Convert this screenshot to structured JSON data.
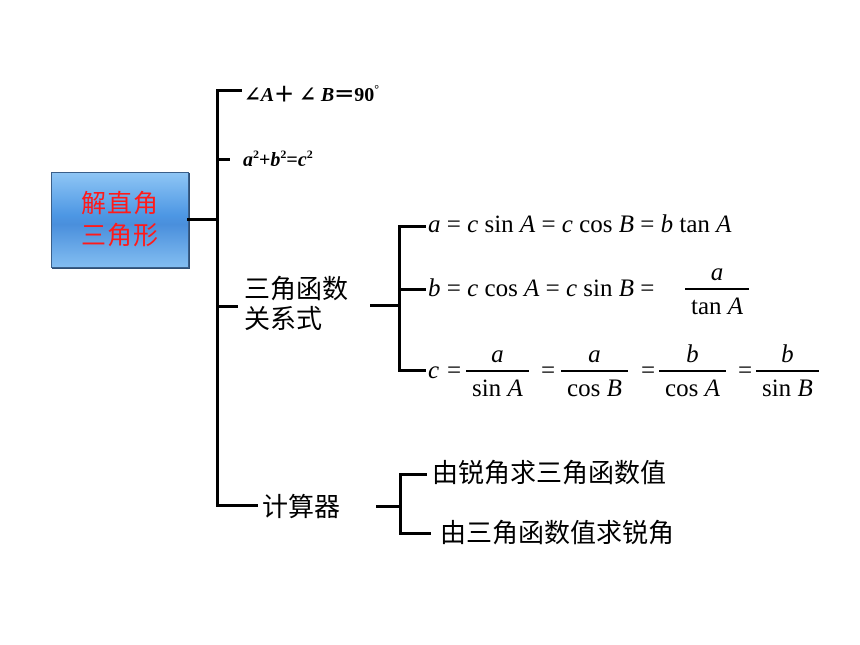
{
  "root": {
    "line1": "解直角",
    "line2": "三角形"
  },
  "branch1": {
    "angle_a": "∠A",
    "plus": "＋ ∠ ",
    "b": "B",
    "equals": "＝90",
    "deg": "°"
  },
  "branch2": {
    "a": "a",
    "plus": "+",
    "b": "b",
    "eq": "=",
    "c": "c",
    "exp": "2"
  },
  "branch3": {
    "label_line1": "三角函数",
    "label_line2": "关系式",
    "f1": {
      "a": "a",
      "eq1": " = ",
      "c1": "c",
      "sin": " sin ",
      "A1": "A",
      "eq2": " = ",
      "c2": "c",
      "cos": " cos ",
      "B": "B",
      "eq3": " = ",
      "b": "b",
      "tan": " tan ",
      "A2": "A"
    },
    "f2": {
      "b": "b",
      "eq1": " = ",
      "c1": "c",
      "cos": " cos ",
      "A1": "A",
      "eq2": " = ",
      "c2": "c",
      "sin": " sin ",
      "B": "B",
      "eq3": " = ",
      "num": "a",
      "den_fn": "tan ",
      "den_var": "A"
    },
    "f3": {
      "c": "c",
      "eq": "=",
      "fr1_num": "a",
      "fr1_fn": "sin ",
      "fr1_var": "A",
      "fr2_num": "a",
      "fr2_fn": "cos ",
      "fr2_var": "B",
      "fr3_num": "b",
      "fr3_fn": "cos ",
      "fr3_var": "A",
      "fr4_num": "b",
      "fr4_fn": "sin ",
      "fr4_var": "B"
    }
  },
  "branch4": {
    "label": "计算器",
    "child1": "由锐角求三角函数值",
    "child2": "由三角函数值求锐角"
  },
  "colors": {
    "root_text": "#ff1a1a",
    "root_fill": "#4d97e4"
  }
}
